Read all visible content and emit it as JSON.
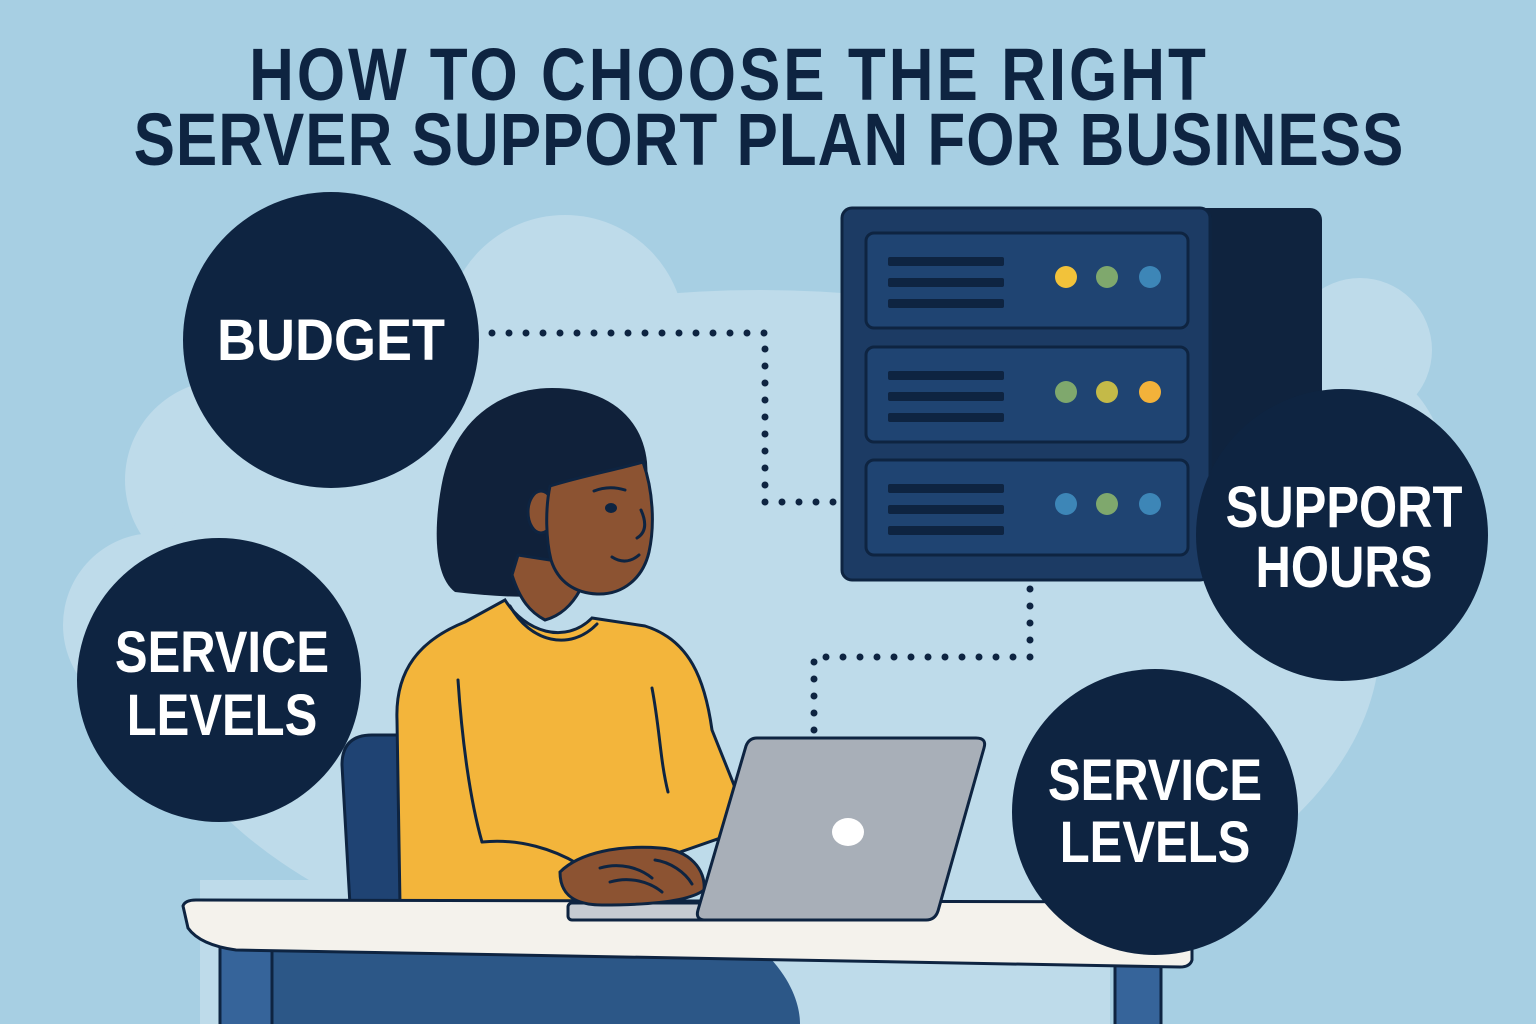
{
  "title": {
    "line1": "HOW TO CHOOSE THE RIGHT",
    "line2": "SERVER SUPPORT PLAN FOR BUSINESS"
  },
  "bubbles": {
    "budget": {
      "label": "BUDGET"
    },
    "service_levels_left": {
      "line1": "SERVICE",
      "line2": "LEVELS"
    },
    "support_hours": {
      "line1": "SUPPORT",
      "line2": "HOURS"
    },
    "service_levels_right": {
      "line1": "SERVICE",
      "line2": "LEVELS"
    }
  },
  "server": {
    "units": [
      {
        "leds": [
          "#f2c23a",
          "#7fa86d",
          "#3d86b7"
        ]
      },
      {
        "leds": [
          "#7fa86d",
          "#c4ba48",
          "#f3b23a"
        ]
      },
      {
        "leds": [
          "#3d86b7",
          "#7fa86d",
          "#3d86b7"
        ]
      }
    ]
  },
  "colors": {
    "background": "#a7cfe3",
    "cloud": "#bedbea",
    "navy": "#0e2441",
    "server_front": "#1c3b64",
    "server_unit": "#1f4472",
    "server_side": "#0f233e",
    "sweater": "#f3b53b",
    "skin": "#8c5332",
    "hair": "#10213a",
    "chair": "#1f4373",
    "pants": "#2c5787",
    "desk": "#f4f2ec",
    "desk_leg": "#36649a",
    "laptop": "#a8afb8",
    "laptop_base": "#c6cbd2"
  }
}
